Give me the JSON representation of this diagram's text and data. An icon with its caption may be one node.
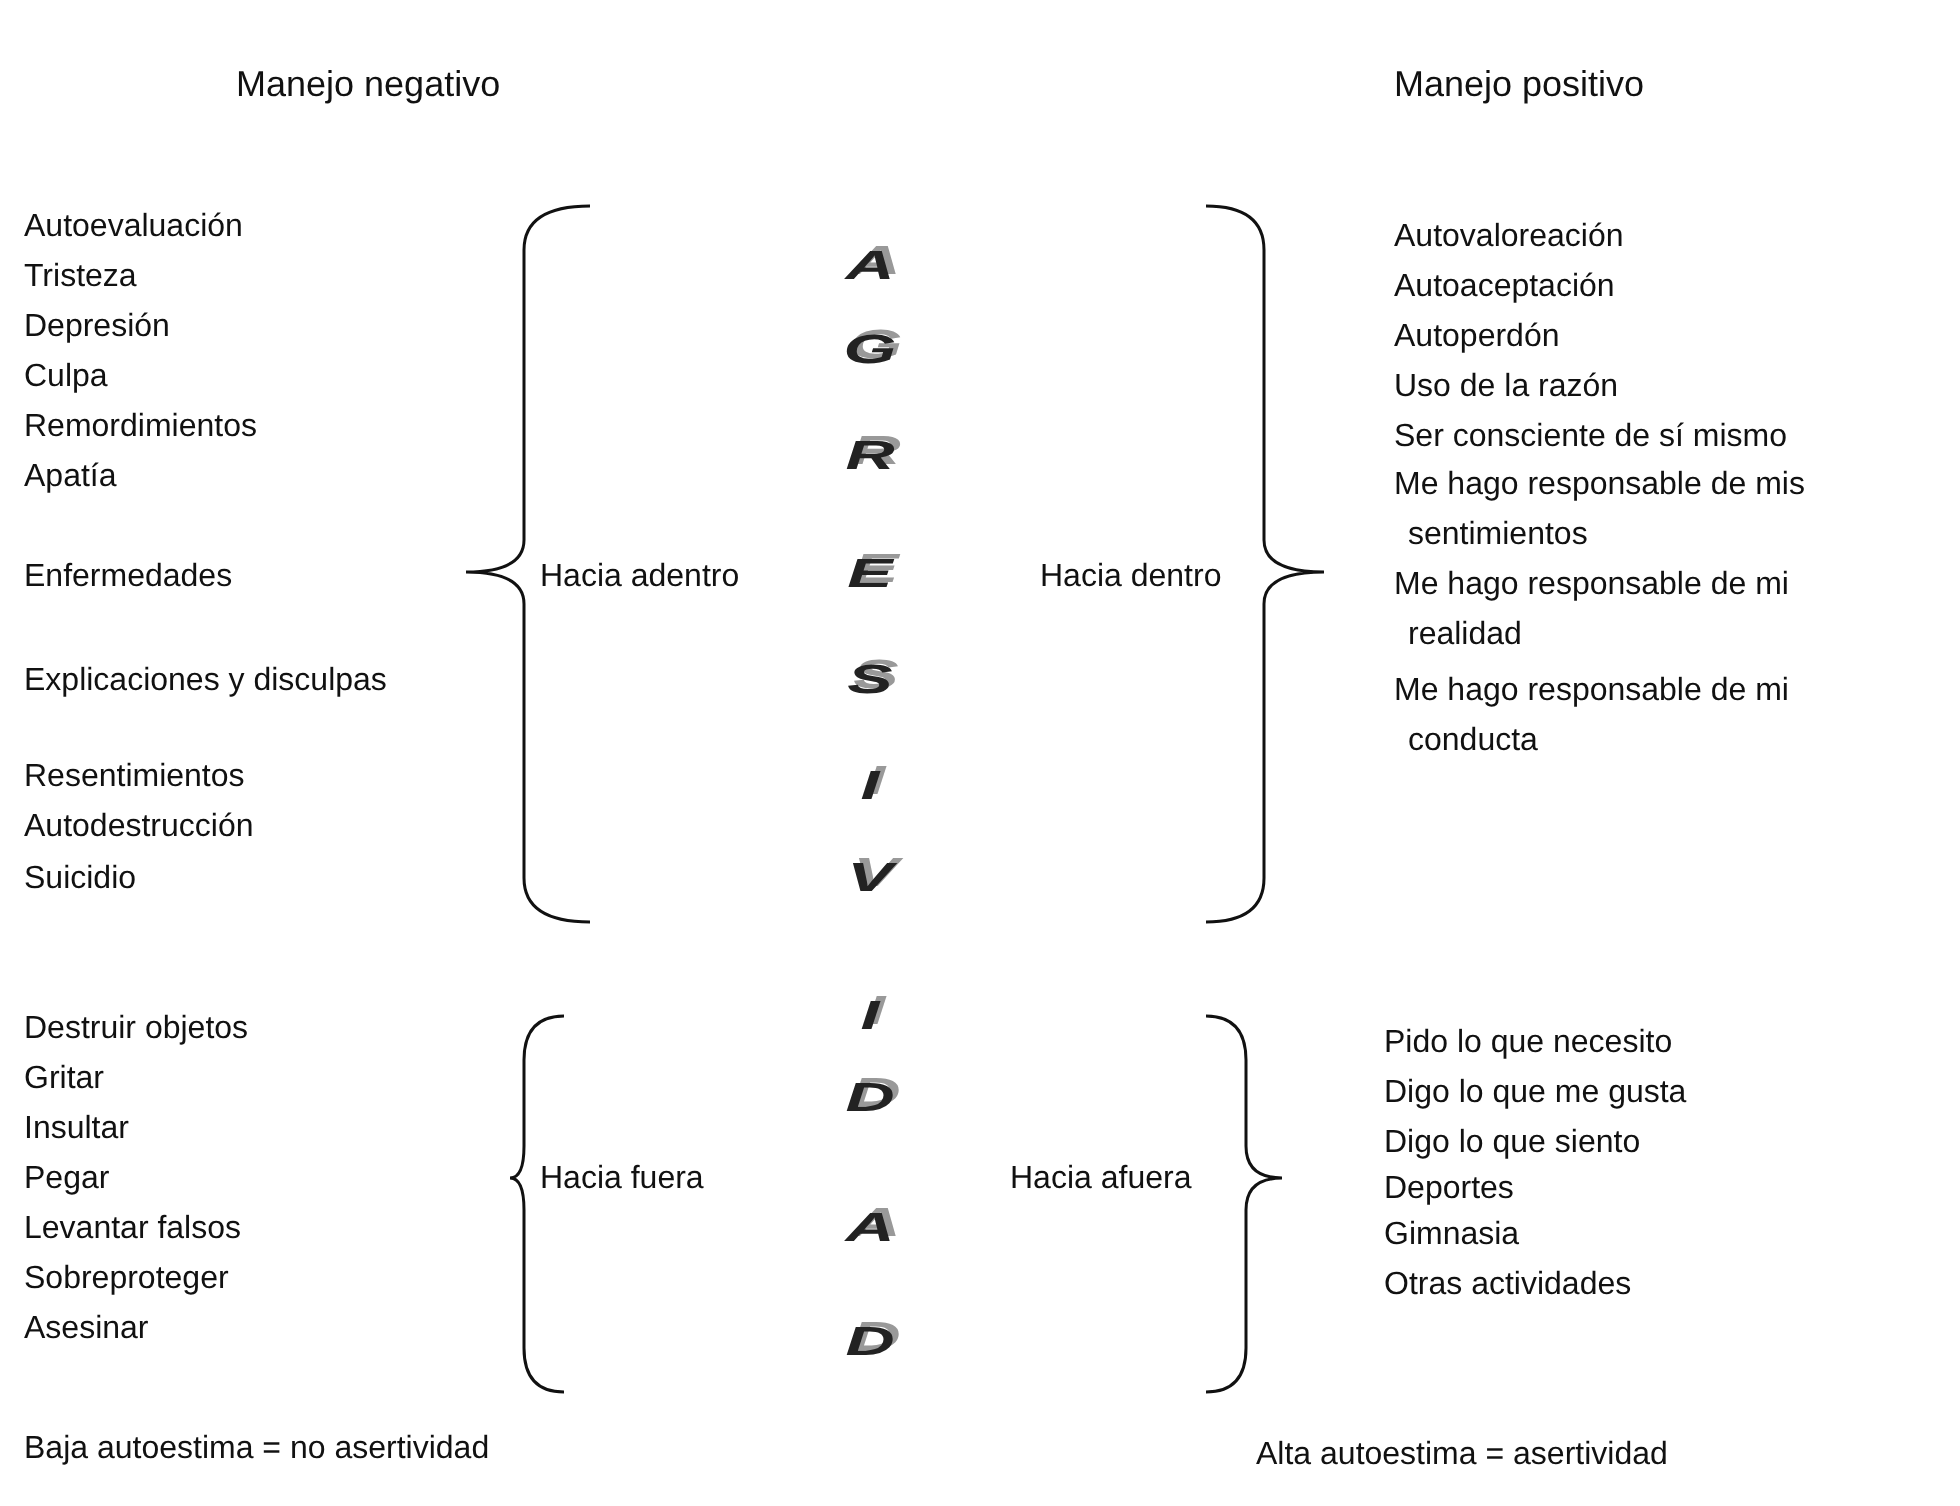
{
  "diagram": {
    "labels": [
      "Manejo negativo",
      "Manejo positivo",
      "Autoevaluación",
      "Tristeza",
      "Depresión",
      "Culpa",
      "Remordimientos",
      "Apatía",
      "Enfermedades",
      "Explicaciones y disculpas",
      "Resentimientos",
      "Autodestrucción",
      "Suicidio",
      "Hacia adentro",
      "A",
      "G",
      "R",
      "E",
      "S",
      "I",
      "V",
      "I",
      "D",
      "A",
      "D",
      "Hacia dentro",
      "Autovaloreación",
      "Autoaceptación",
      "Autoperdón",
      "Uso de la razón",
      "Ser consciente de sí mismo",
      "Me hago responsable de mis sentimientos",
      "Me hago responsable de mi realidad",
      "Me hago responsable de mi conducta",
      "Destruir objetos",
      "Gritar",
      "Insultar",
      "Pegar",
      "Levantar falsos",
      "Sobreproteger",
      "Asesinar",
      "Hacia fuera",
      "Hacia afuera",
      "Pido lo que necesito",
      "Digo lo que me gusta",
      "Digo lo que siento",
      "Deportes",
      "Gimnasia",
      "Otras actividades",
      "Baja autoestima = no asertividad",
      "Alta autoestima = asertividad"
    ]
  }
}
